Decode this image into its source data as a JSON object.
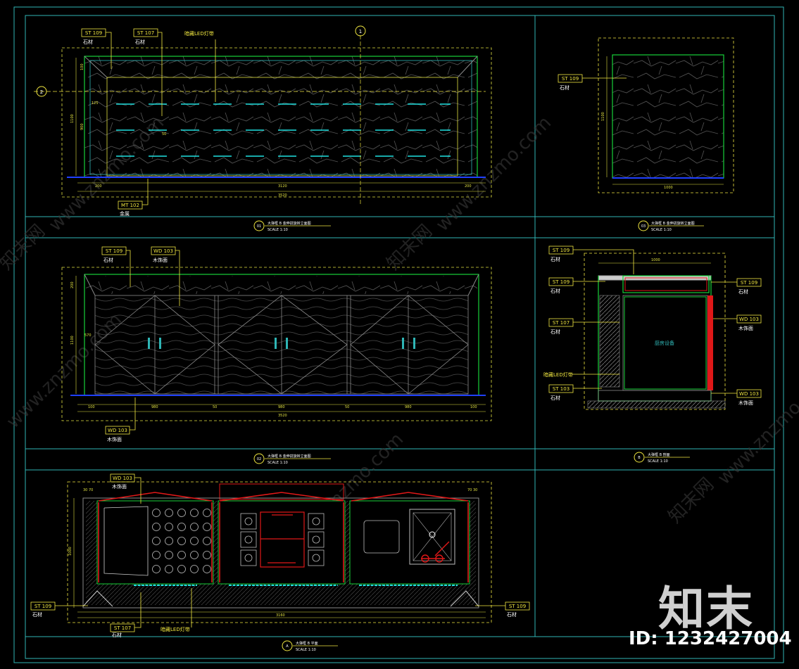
{
  "tags": {
    "st109": "ST 109",
    "st107": "ST 107",
    "st103": "ST 103",
    "mt102": "MT 102",
    "wd103": "WD 103"
  },
  "materials": {
    "stone": "石材",
    "metal": "金属",
    "wood": "木饰面",
    "led_hidden": "暗藏LED灯带"
  },
  "dims": {
    "e1_left": "200",
    "e1_mid": "3120",
    "e1_total": "3520",
    "e1_right": "200",
    "e1_height": "1100",
    "e1_a": "900",
    "e1_b": "100",
    "e1_c": "125",
    "e1_d": "50",
    "e2_width": "1000",
    "e2_height": "1100",
    "e3_left": "100",
    "e3_total": "3520",
    "e3_height": "1100",
    "e3_top": "200",
    "e3_side": "570",
    "e3_s1": "50",
    "e3_s2": "980",
    "e3_s3": "50",
    "e3_s4": "980",
    "e3_right": "100",
    "sec_width": "1000",
    "plan_total": "3160",
    "plan_depth": "1000",
    "plan_tl": "30 70",
    "plan_tr": "70 30"
  },
  "equipment_label": "厨房设备",
  "titles": {
    "t01": "大弹框 B 金伸拢旋转立面图",
    "t02": "大弹框 B 金伸拢旋转立面图",
    "t03": "大弹框 B 金伸拢旋转立面图",
    "tB": "大弹框 B 剖面",
    "tA": "大弹框 B 平面",
    "scale": "SCALE 1:10"
  },
  "markers": {
    "m01": "01",
    "m02": "02",
    "m03": "03",
    "mB": "B",
    "mA": "A",
    "mTop": "1",
    "mLeft": "2"
  },
  "watermark": {
    "cn": "知末网",
    "url": "www.znzmo.com"
  },
  "brand": "知末",
  "id_label": "ID: 1232427004",
  "colors": {
    "frame": "#2fb5b5",
    "yellow": "#f0e640",
    "green": "#18d038",
    "cyan": "#20e0e0",
    "red": "#e01818",
    "gray": "#8a8a8a",
    "blue": "#2040ff"
  }
}
